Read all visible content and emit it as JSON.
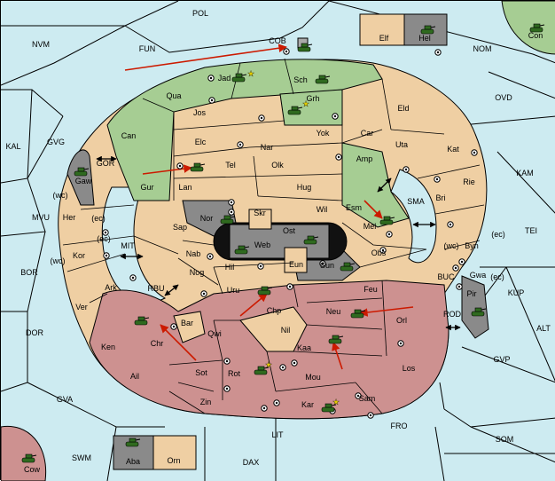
{
  "colors": {
    "sea": "#cdebf1",
    "land": "#efcfa3",
    "green": "#a6cd93",
    "red": "#cd9190",
    "gray": "#8a8a8a",
    "dark": "#555555",
    "arrow": "#cc1a00",
    "unit": "#2f6a1f"
  },
  "labels": {
    "POL": "POL",
    "NVM": "NVM",
    "FUN": "FUN",
    "COB": "COB",
    "NOM": "NOM",
    "Elf": "Elf",
    "Hel": "Hel",
    "Con": "Con",
    "OVD": "OVD",
    "KAL": "KAL",
    "GVG": "GVG",
    "GOR": "GOR",
    "Gaw": "Gaw",
    "KAM": "KAM",
    "SMA": "SMA",
    "TEI": "TEI",
    "MVU": "MVU",
    "MIT": "MIT",
    "BOR": "BOR",
    "RBU": "RBU",
    "BUC": "BUC",
    "KUP": "KUP",
    "DOR": "DOR",
    "ROD": "ROD",
    "ALT": "ALT",
    "GVP": "GVP",
    "GVA": "GVA",
    "FRO": "FRO",
    "SOM": "SOM",
    "LIT": "LIT",
    "SWM": "SWM",
    "DAX": "DAX",
    "Aba": "Aba",
    "Orn": "Orn",
    "Cow": "Cow",
    "Jad": "Jad",
    "Sch": "Sch",
    "Qua": "Qua",
    "Jos": "Jos",
    "Grh": "Grh",
    "Eld": "Eld",
    "Can": "Can",
    "Yok": "Yok",
    "Car": "Car",
    "Elc": "Elc",
    "Nar": "Nar",
    "Uta": "Uta",
    "Kat": "Kat",
    "Tel": "Tel",
    "Olk": "Olk",
    "Amp": "Amp",
    "Gur": "Gur",
    "Lan": "Lan",
    "Hug": "Hug",
    "Rie": "Rie",
    "Bri": "Bri",
    "Nor": "Nor",
    "Skr": "Skr",
    "Wil": "Wil",
    "Esm": "Esm",
    "Her": "Her",
    "Sap": "Sap",
    "Ost": "Ost",
    "Mel": "Mel",
    "Web": "Web",
    "Byn": "Byn",
    "Kor": "Kor",
    "Nab": "Nab",
    "Obs": "Obs",
    "Eun": "Eun",
    "Hil": "Hil",
    "Sun": "Sun",
    "Gwa": "Gwa",
    "Nog": "Nog",
    "Pir": "Pir",
    "Ark": "Ark",
    "Uru": "Uru",
    "Feu": "Feu",
    "Ver": "Ver",
    "Chp": "Chp",
    "Neu": "Neu",
    "Orl": "Orl",
    "Bar": "Bar",
    "Nil": "Nil",
    "Chr": "Chr",
    "Qwi": "Qwi",
    "Ken": "Ken",
    "Kaa": "Kaa",
    "Ail": "Ail",
    "Sot": "Sot",
    "Rot": "Rot",
    "Mou": "Mou",
    "Los": "Los",
    "Zin": "Zin",
    "Sam": "Sam",
    "Kar": "Kar",
    "wc1": "(wc)",
    "ec1": "(ec)",
    "ec2": "(ec)",
    "wc2": "(wc)",
    "wc3": "(wc)",
    "ec3": "(ec)",
    "ec4": "(ec)"
  },
  "units": [
    "Gaw",
    "Jad",
    "Sch",
    "Grh",
    "Tel",
    "Nor",
    "Web",
    "Ost",
    "Sun",
    "Mel",
    "Chr",
    "Chp",
    "Neu",
    "Kaa",
    "Rot",
    "Kar",
    "Pir",
    "Hel",
    "Con",
    "Aba",
    "Cow",
    "COB"
  ],
  "icons": {
    "unit": "tank-icon",
    "center": "supply-center-icon",
    "arrow": "move-arrow",
    "star": "star-icon"
  }
}
